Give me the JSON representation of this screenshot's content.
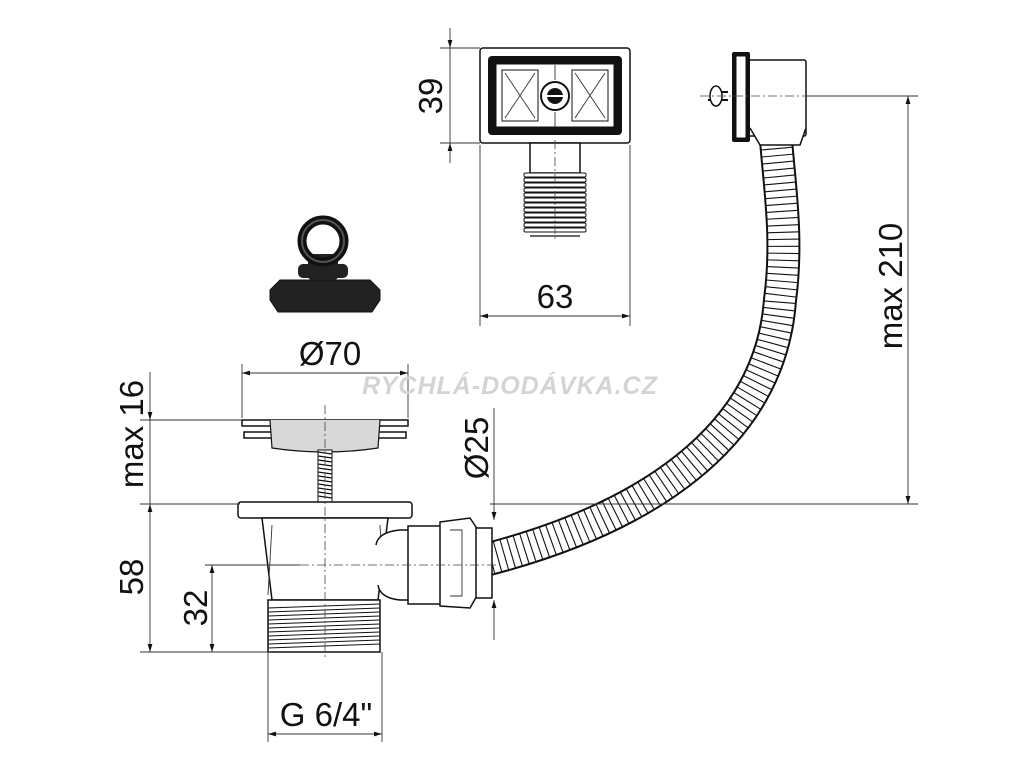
{
  "dimensions": {
    "overflow_height": "39",
    "overflow_width": "63",
    "hose_length": "max 210",
    "strainer_diameter": "Ø70",
    "strainer_height": "max 16",
    "hose_diameter": "Ø25",
    "body_height": "58",
    "thread_height": "32",
    "thread_size": "G 6/4\""
  },
  "watermark": "RYCHLÁ-DODÁVKA.CZ"
}
